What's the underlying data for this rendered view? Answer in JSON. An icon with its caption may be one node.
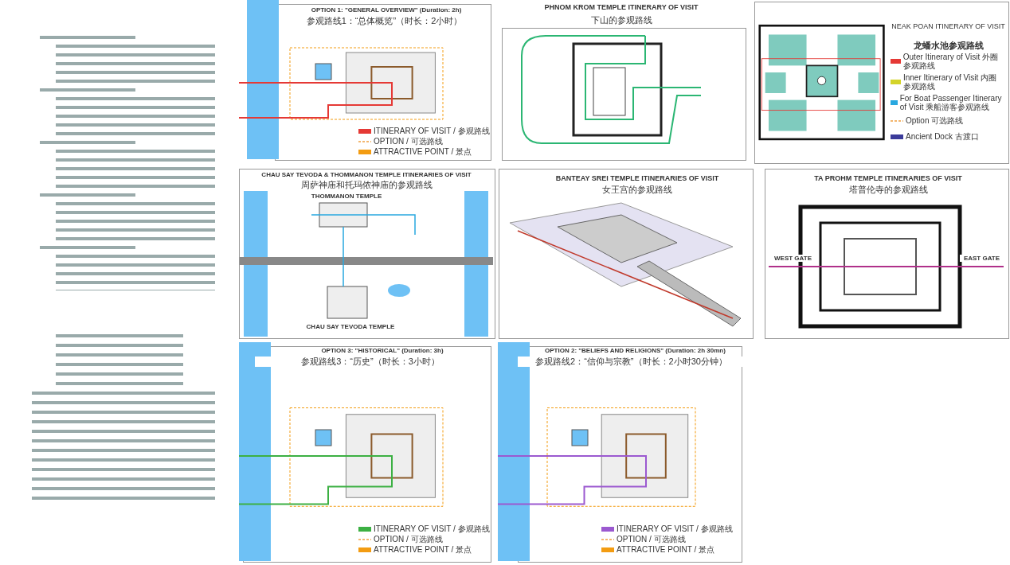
{
  "diagram": {
    "labels": [
      "OPTION 1: \"GENERAL OVERVIEW\" (Duration: 2h)",
      "参观路线1：“总体概览”（时长：2小时）",
      "PHNOM KROM TEMPLE ITINERARY OF VISIT",
      "下山的参观路线",
      "NEAK POAN ITINERARY OF VISIT",
      "龙蟠水池参观路线",
      "CHAU SAY TEVODA & THOMMANON TEMPLE ITINERARIES OF VISIT",
      "周萨神庙和托玛侬神庙的参观路线",
      "THOMMANON TEMPLE",
      "CHAU SAY TEVODA TEMPLE",
      "BANTEAY SREI TEMPLE ITINERARIES OF VISIT",
      "女王宫的参观路线",
      "TA PROHM TEMPLE ITINERARIES OF VISIT",
      "塔普伦寺的参观路线",
      "WEST GATE",
      "EAST GATE",
      "OPTION 3: \"HISTORICAL\" (Duration: 3h)",
      "参观路线3：“历史”（时长：3小时）",
      "OPTION 2: \"BELIEFS AND RELIGIONS\" (Duration: 2h 30mn)",
      "参观路线2：“信仰与宗教”（时长：2小时30分钟）"
    ],
    "legend": [
      {
        "text": "ITINERARY OF VISIT / 参观路线",
        "color": "#e53935"
      },
      {
        "text": "OPTION / 可选路线"
      },
      {
        "text": "ATTRACTIVE POINT / 景点",
        "color": "#f39c12"
      },
      {
        "text": "Outer Itinerary of Visit 外圈参观路线",
        "color": "#e53935"
      },
      {
        "text": "Inner Itinerary of Visit 内圈参观路线",
        "color": "#d4d42a"
      },
      {
        "text": "For Boat Passenger Itinerary of Visit 乘船游客参观路线",
        "color": "#29a8e0"
      },
      {
        "text": "Option 可选路线"
      },
      {
        "text": "Ancient Dock 古渡口",
        "color": "#3b3b9a"
      },
      {
        "text": "ITINERARY OF VISIT / 参观路线",
        "color": "#3cb043"
      },
      {
        "text": "OPTION / 可选路线"
      },
      {
        "text": "ATTRACTIVE POINT / 景点",
        "color": "#f39c12"
      },
      {
        "text": "ITINERARY OF VISIT / 参观路线",
        "color": "#9b59d0"
      },
      {
        "text": "OPTION / 可选路线"
      },
      {
        "text": "ATTRACTIVE POINT / 景点",
        "color": "#f39c12"
      }
    ]
  }
}
